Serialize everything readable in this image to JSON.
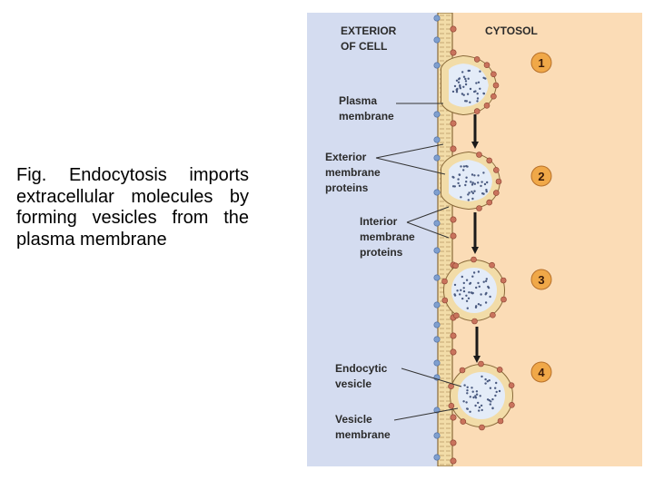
{
  "caption": "Fig. Endocytosis imports extracellular molecules by forming vesicles from the plasma membrane",
  "diagram": {
    "exterior_heading": {
      "line1": "EXTERIOR",
      "line2": "OF CELL"
    },
    "cytosol_heading": "CYTOSOL",
    "labels": {
      "plasma_membrane": [
        "Plasma",
        "membrane"
      ],
      "exterior_proteins": [
        "Exterior",
        "membrane",
        "proteins"
      ],
      "interior_proteins": [
        "Interior",
        "membrane",
        "proteins"
      ],
      "endocytic_vesicle": [
        "Endocytic",
        "vesicle"
      ],
      "vesicle_membrane": [
        "Vesicle",
        "membrane"
      ]
    },
    "steps": [
      "1",
      "2",
      "3",
      "4"
    ],
    "colors": {
      "exterior_bg": "#d4dcf0",
      "cytosol_bg": "#fbdcb6",
      "membrane": "#f2dca8",
      "vesicle_interior": "#e4ecf8",
      "exterior_protein": "#7f9fce",
      "interior_protein": "#c9735c",
      "step_badge": "#f0a848"
    }
  }
}
